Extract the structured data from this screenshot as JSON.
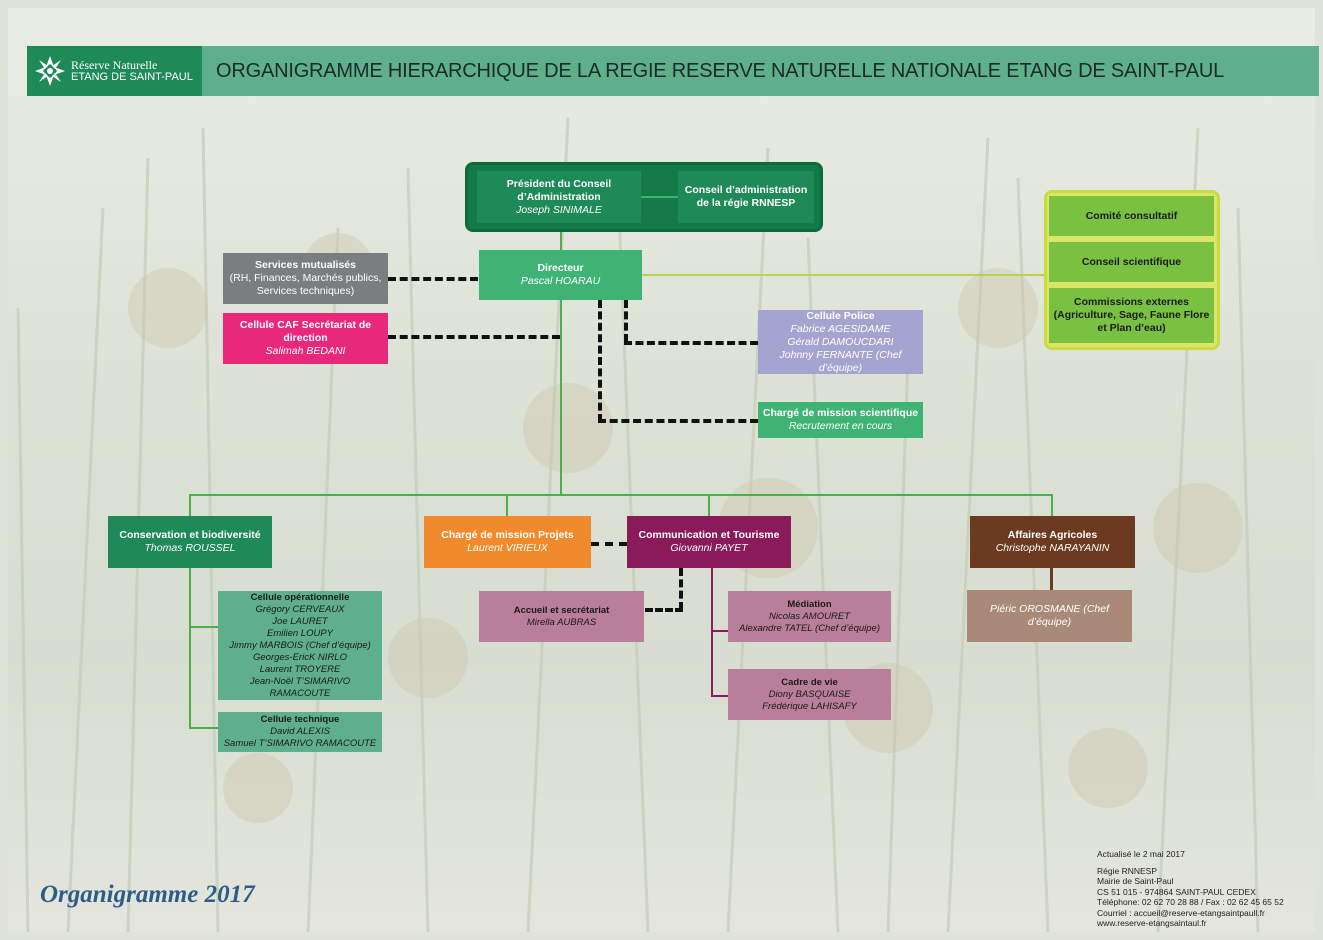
{
  "header": {
    "logo_line1": "Réserve Naturelle",
    "logo_line2": "ETANG DE SAINT-PAUL",
    "title": "ORGANIGRAMME HIERARCHIQUE DE LA REGIE RESERVE NATURELLE NATIONALE ETANG DE SAINT-PAUL"
  },
  "president": {
    "title": "Président du Conseil d’Administration",
    "name": "Joseph SINIMALE"
  },
  "conseil_admin": {
    "title": "Conseil d’administration de la régie RNNESP"
  },
  "comite": {
    "item1": "Comité consultatif",
    "item2": "Conseil scientifique",
    "item3": "Commissions externes (Agriculture, Sage, Faune Flore et Plan d’eau)"
  },
  "services": {
    "title": "Services mutualisés",
    "detail": "(RH, Finances, Marchés publics, Services techniques)"
  },
  "caf": {
    "title": "Cellule CAF Secrétariat de direction",
    "name": "Salimah BEDANI"
  },
  "directeur": {
    "title": "Directeur",
    "name": "Pascal HOARAU"
  },
  "police": {
    "title": "Cellule Police",
    "names": [
      "Fabrice AGESIDAME",
      "Gérald DAMOUCDARI",
      "Johnny FERNANTE (Chef d’équipe)"
    ]
  },
  "charge_sci": {
    "title": "Chargé de mission scientifique",
    "name": "Recrutement en cours"
  },
  "conservation": {
    "title": "Conservation et biodiversité",
    "name": "Thomas ROUSSEL"
  },
  "cellule_op": {
    "title": "Cellule opérationnelle",
    "names": [
      "Grégory CERVEAUX",
      "Joe LAURET",
      "Emilien LOUPY",
      "Jimmy MARBOIS (Chef d’équipe)",
      "Georges-EricK NIRLO",
      "Laurent TROYERE",
      "Jean-Noël T’SIMARIVO RAMACOUTE"
    ]
  },
  "cellule_tech": {
    "title": "Cellule technique",
    "names": [
      "David ALEXIS",
      "Samuel T’SIMARIVO RAMACOUTE"
    ]
  },
  "projets": {
    "title": "Chargé de mission Projets",
    "name": "Laurent VIRIEUX"
  },
  "communication": {
    "title": "Communication et Tourisme",
    "name": "Giovanni PAYET"
  },
  "accueil": {
    "title": "Accueil et secrétariat",
    "name": "Mirella AUBRAS"
  },
  "mediation": {
    "title": "Médiation",
    "names": [
      "Nicolas AMOURET",
      "Alexandre TATEL (Chef d’équipe)"
    ]
  },
  "cadre": {
    "title": "Cadre de vie",
    "names": [
      "Diony BASQUAISE",
      "Frédérique LAHISAFY"
    ]
  },
  "agricoles": {
    "title": "Affaires Agricoles",
    "name": "Christophe NARAYANIN"
  },
  "pieric": {
    "name": "Piéric OROSMANE (Chef d’équipe)"
  },
  "footer": {
    "title": "Organigramme 2017",
    "lines": [
      "Actualisé le 2 mai 2017",
      "Régie RNNESP",
      "Mairie de Saint-Paul",
      "CS 51 015 - 974864 SAINT-PAUL CEDEX",
      "Téléphone: 02 62 70 28 88 / Fax : 02 62 45 65 52",
      "Courriel : accueil@reserve-etangsaintpaull.fr",
      "www.reserve-etangsaintaul.fr"
    ]
  },
  "colors": {
    "dark_green": "#147a48",
    "green": "#3fb374",
    "lime": "#7ac142",
    "grey": "#7b7d80",
    "pink": "#e8297b",
    "lavender": "#a5a3cf",
    "orange": "#f08a2c",
    "purple": "#8b1a5a",
    "mauve": "#b97e99",
    "brown": "#6b3a20",
    "tan": "#a98a78"
  }
}
